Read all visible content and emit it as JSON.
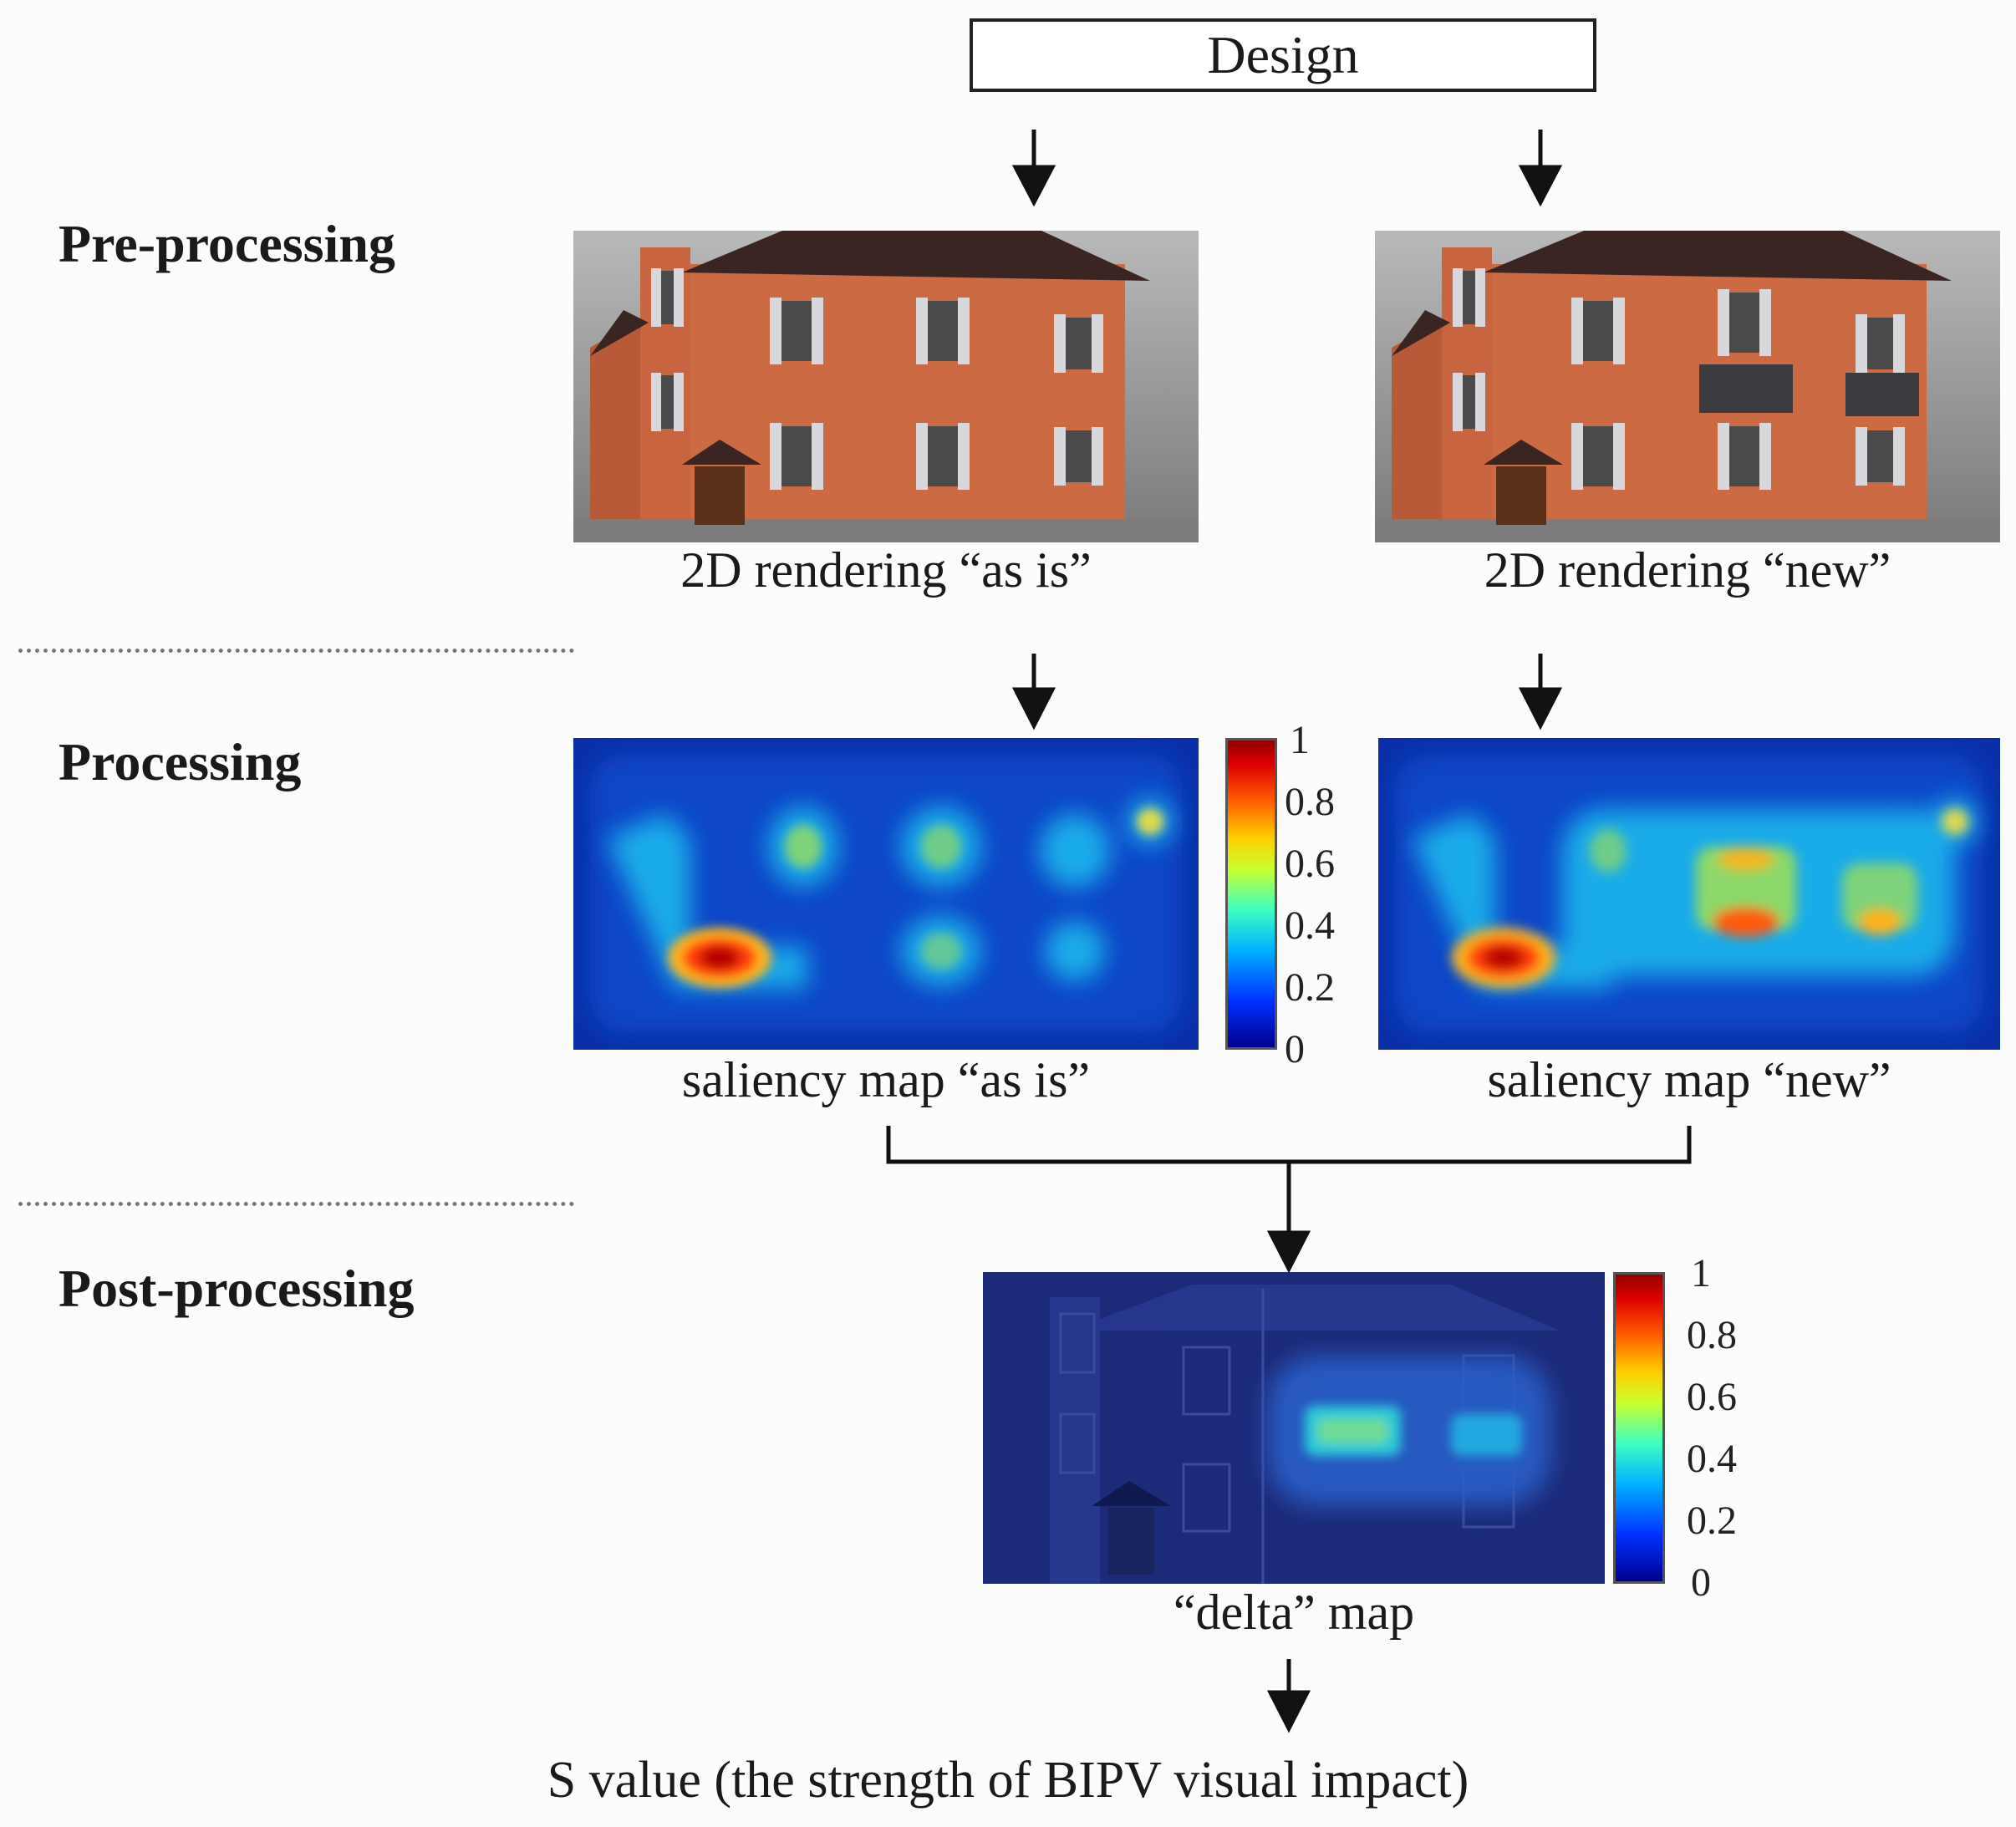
{
  "design_label": "Design",
  "stages": {
    "pre": "Pre-processing",
    "processing": "Processing",
    "post": "Post-processing"
  },
  "captions": {
    "render_as_is": "2D rendering “as is”",
    "render_new": "2D rendering “new”",
    "saliency_as_is": "saliency map “as is”",
    "saliency_new": "saliency map “new”",
    "delta": "“delta” map"
  },
  "colorbar_ticks": [
    "1",
    "0.8",
    "0.6",
    "0.4",
    "0.2",
    "0"
  ],
  "result": "S value (the strength of BIPV visual impact)",
  "colors": {
    "facade": "#c8643f",
    "roof": "#3a2522",
    "shutter": "#d8d8dc",
    "heat_low": "#00168f"
  }
}
